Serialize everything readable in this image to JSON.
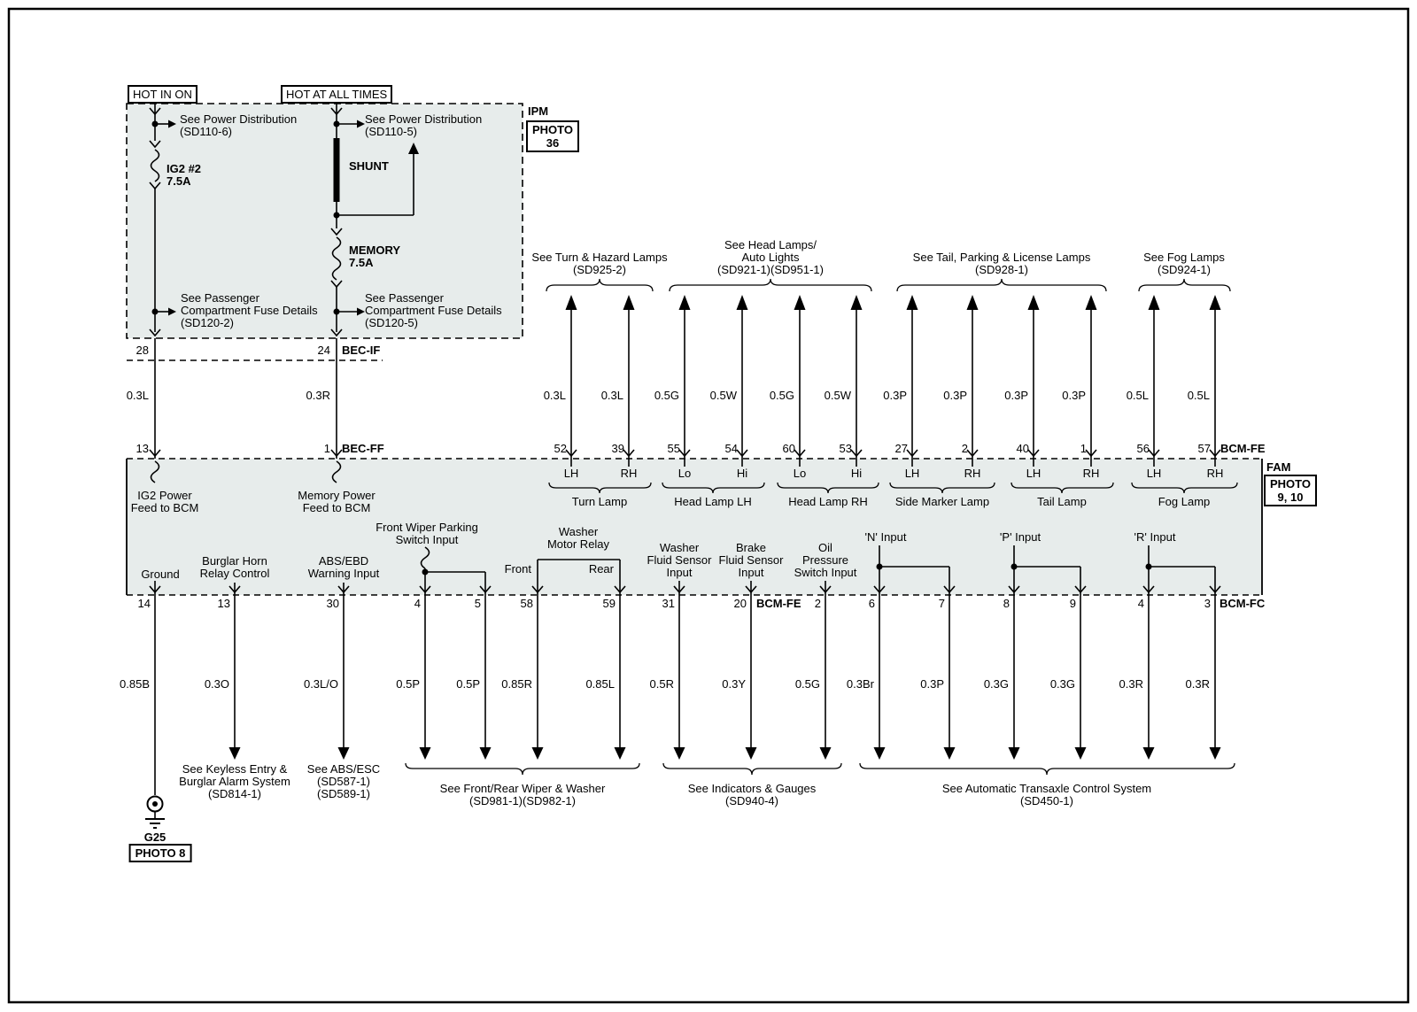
{
  "power": {
    "hot_in_on": "HOT IN ON",
    "hot_at_all_times": "HOT AT ALL TIMES"
  },
  "ipm": {
    "label": "IPM",
    "photo_line1": "PHOTO",
    "photo_line2": "36",
    "see_power_dist_left_1": "See Power Distribution",
    "see_power_dist_left_2": "(SD110-6)",
    "see_power_dist_right_1": "See Power Distribution",
    "see_power_dist_right_2": "(SD110-5)",
    "fuse_ig2_1": "IG2 #2",
    "fuse_ig2_2": "7.5A",
    "shunt": "SHUNT",
    "fuse_memory_1": "MEMORY",
    "fuse_memory_2": "7.5A",
    "see_pass_left_1": "See Passenger",
    "see_pass_left_2": "Compartment Fuse Details",
    "see_pass_left_3": "(SD120-2)",
    "see_pass_right_1": "See Passenger",
    "see_pass_right_2": "Compartment Fuse Details",
    "see_pass_right_3": "(SD120-5)"
  },
  "connectors": {
    "bec_if": "BEC-IF",
    "bec_ff": "BEC-FF",
    "bcm_fe_top": "BCM-FE",
    "bcm_fe_bottom": "BCM-FE",
    "bcm_fc": "BCM-FC",
    "pin_28": "28",
    "pin_24": "24",
    "pin_13": "13",
    "pin_1": "1"
  },
  "feed_wires": {
    "left_gauge": "0.3L",
    "right_gauge": "0.3R"
  },
  "lamp_refs": {
    "turn_1": "See Turn & Hazard Lamps",
    "turn_2": "(SD925-2)",
    "head_1": "See Head Lamps/",
    "head_2": "Auto Lights",
    "head_3": "(SD921-1)(SD951-1)",
    "tail_1": "See Tail, Parking & License Lamps",
    "tail_2": "(SD928-1)",
    "fog_1": "See Fog Lamps",
    "fog_2": "(SD924-1)"
  },
  "lamp_wires": {
    "pins": [
      "52",
      "39",
      "55",
      "54",
      "60",
      "53",
      "27",
      "2",
      "40",
      "1",
      "56",
      "57"
    ],
    "gauges": [
      "0.3L",
      "0.3L",
      "0.5G",
      "0.5W",
      "0.5G",
      "0.5W",
      "0.3P",
      "0.3P",
      "0.3P",
      "0.3P",
      "0.5L",
      "0.5L"
    ],
    "terminals": [
      "LH",
      "RH",
      "Lo",
      "Hi",
      "Lo",
      "Hi",
      "LH",
      "RH",
      "LH",
      "RH",
      "LH",
      "RH"
    ],
    "groups": [
      "Turn Lamp",
      "Head Lamp LH",
      "Head Lamp RH",
      "Side Marker Lamp",
      "Tail Lamp",
      "Fog Lamp"
    ]
  },
  "fam": {
    "label": "FAM",
    "photo_line1": "PHOTO",
    "photo_line2": "9, 10",
    "ig2_feed_1": "IG2 Power",
    "ig2_feed_2": "Feed to BCM",
    "mem_feed_1": "Memory Power",
    "mem_feed_2": "Feed to BCM",
    "ground": "Ground",
    "burglar_1": "Burglar Horn",
    "burglar_2": "Relay Control",
    "abs_1": "ABS/EBD",
    "abs_2": "Warning Input",
    "wiper_park_1": "Front Wiper Parking",
    "wiper_park_2": "Switch Input",
    "washer_relay_1": "Washer",
    "washer_relay_2": "Motor Relay",
    "washer_front": "Front",
    "washer_rear": "Rear",
    "washer_fluid_1": "Washer",
    "washer_fluid_2": "Fluid Sensor",
    "washer_fluid_3": "Input",
    "brake_fluid_1": "Brake",
    "brake_fluid_2": "Fluid Sensor",
    "brake_fluid_3": "Input",
    "oil_1": "Oil",
    "oil_2": "Pressure",
    "oil_3": "Switch Input",
    "n_input": "'N' Input",
    "p_input": "'P' Input",
    "r_input": "'R' Input"
  },
  "bottom_wires": {
    "pins": [
      "14",
      "13",
      "30",
      "4",
      "5",
      "58",
      "59",
      "31",
      "20",
      "2",
      "6",
      "7",
      "8",
      "9",
      "4",
      "3"
    ],
    "gauges": [
      "0.85B",
      "0.3O",
      "0.3L/O",
      "0.5P",
      "0.5P",
      "0.85R",
      "0.85L",
      "0.5R",
      "0.3Y",
      "0.5G",
      "0.3Br",
      "0.3P",
      "0.3G",
      "0.3G",
      "0.3R",
      "0.3R"
    ]
  },
  "bottom_refs": {
    "g25": "G25",
    "photo8": "PHOTO 8",
    "keyless_1": "See Keyless Entry &",
    "keyless_2": "Burglar Alarm System",
    "keyless_3": "(SD814-1)",
    "abs_esc_1": "See ABS/ESC",
    "abs_esc_2": "(SD587-1)",
    "abs_esc_3": "(SD589-1)",
    "wiper_1": "See Front/Rear Wiper & Washer",
    "wiper_2": "(SD981-1)(SD982-1)",
    "gauges_1": "See Indicators & Gauges",
    "gauges_2": "(SD940-4)",
    "transaxle_1": "See Automatic Transaxle Control System",
    "transaxle_2": "(SD450-1)"
  },
  "colors": {
    "box_fill": "#e7eceb",
    "line": "#000000"
  }
}
